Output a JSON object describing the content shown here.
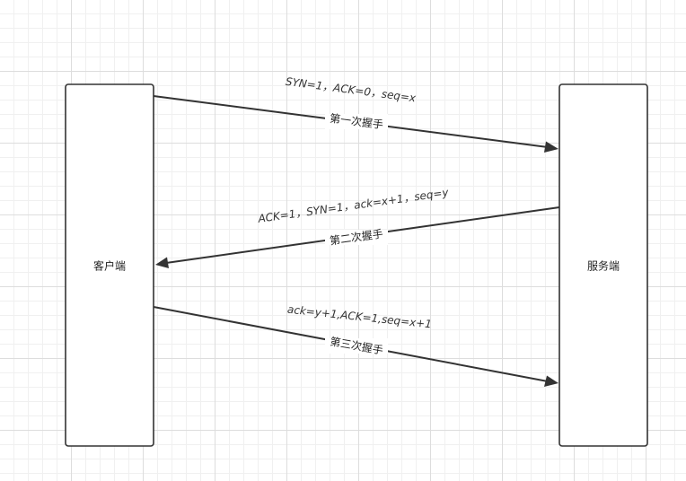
{
  "diagram": {
    "client": {
      "label": "客户端"
    },
    "server": {
      "label": "服务端"
    },
    "messages": [
      {
        "flags": "SYN=1，ACK=0，seq=x",
        "step": "第一次握手",
        "direction": "client-to-server"
      },
      {
        "flags": "ACK=1，SYN=1，ack=x+1，seq=y",
        "step": "第二次握手",
        "direction": "server-to-client"
      },
      {
        "flags": "ack=y+1,ACK=1,seq=x+1",
        "step": "第三次握手",
        "direction": "client-to-server"
      }
    ]
  },
  "colors": {
    "line": "#333333",
    "grid_major": "#dddddd",
    "grid_minor": "#f0f0f0"
  }
}
